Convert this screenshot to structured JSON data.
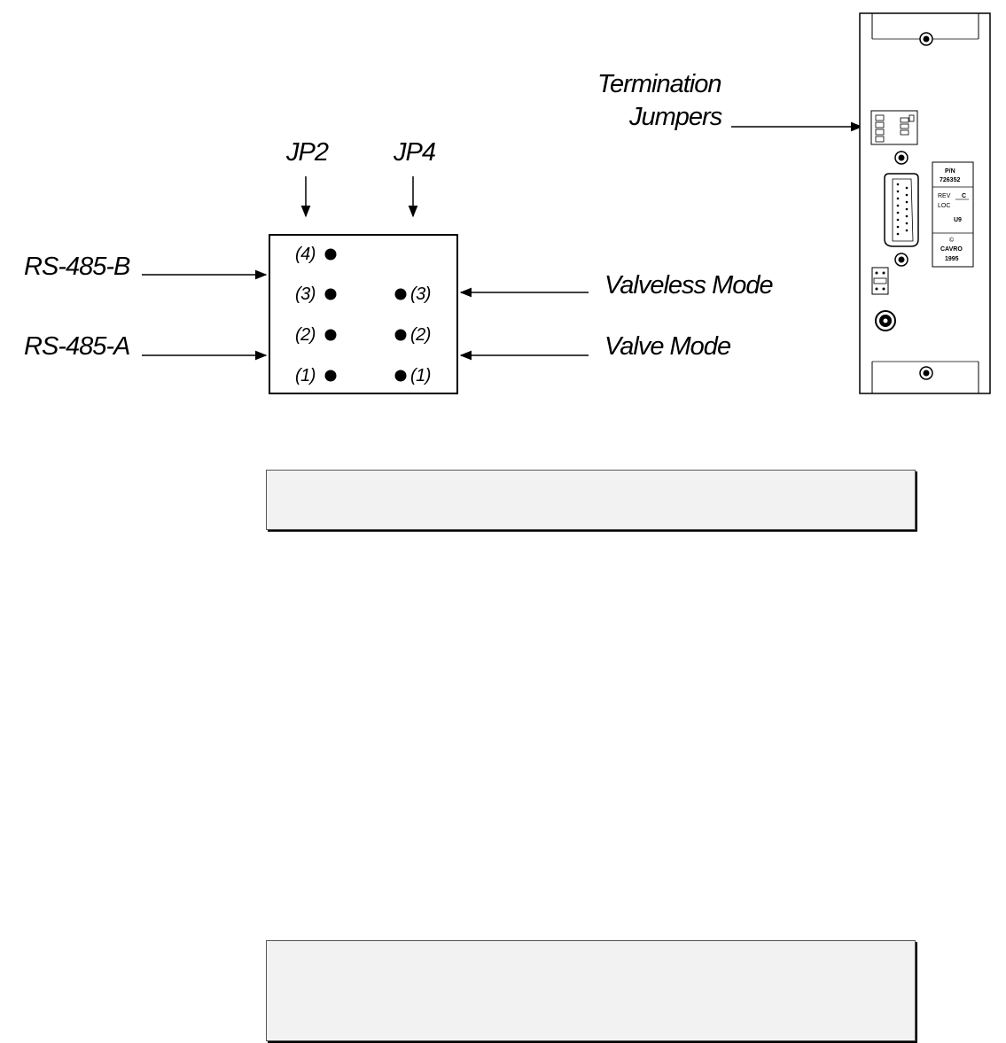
{
  "labels": {
    "termination_jumpers_line1": "Termination",
    "termination_jumpers_line2": "Jumpers",
    "jp2": "JP2",
    "jp4": "JP4",
    "rs485b": "RS-485-B",
    "rs485a": "RS-485-A",
    "valveless_mode": "Valveless Mode",
    "valve_mode": "Valve Mode"
  },
  "pins": {
    "jp2": [
      "(4)",
      "(3)",
      "(2)",
      "(1)"
    ],
    "jp4": [
      "(3)",
      "(2)",
      "(1)"
    ]
  },
  "board_label": {
    "pn_line1": "P/N",
    "pn_line2": "726352",
    "rev": "REV",
    "rev_value": "C",
    "loc": "LOC",
    "loc_value": "U9",
    "copyright": "©",
    "maker": "CAVRO",
    "year": "1995"
  },
  "notes": {
    "note1": "",
    "note2": ""
  }
}
